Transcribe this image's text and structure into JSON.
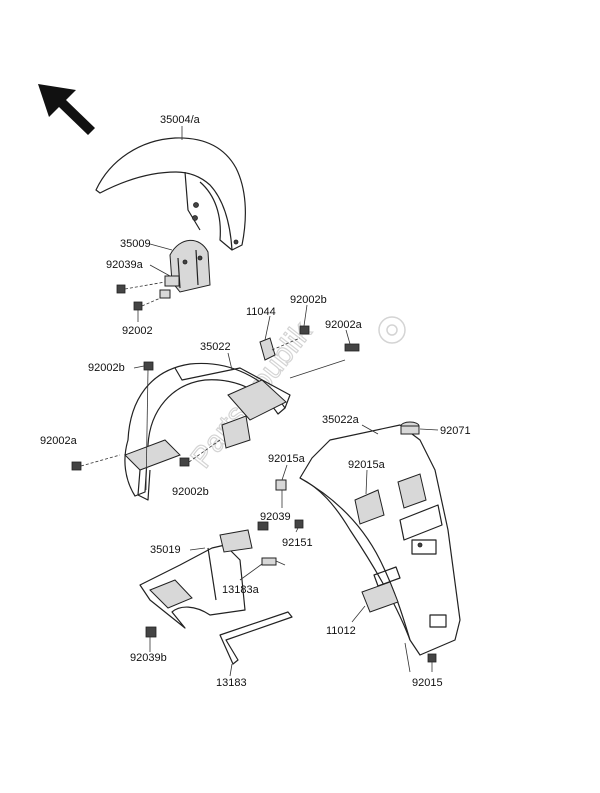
{
  "watermark": "Partsrepublik",
  "labels": {
    "l35004a": "35004/a",
    "l35009": "35009",
    "l92039a": "92039a",
    "l92002": "92002",
    "l92002b_top": "92002b",
    "l11044": "11044",
    "l92002a_top": "92002a",
    "l35022": "35022",
    "l92002b_left": "92002b",
    "l35022a": "35022a",
    "l92071": "92071",
    "l92002a_left": "92002a",
    "l92015a_1": "92015a",
    "l92015a_2": "92015a",
    "l92002b_bottom": "92002b",
    "l92039": "92039",
    "l92151": "92151",
    "l35019": "35019",
    "l13183a": "13183a",
    "l11012": "11012",
    "l92039b": "92039b",
    "l13183": "13183",
    "l92015": "92015"
  }
}
